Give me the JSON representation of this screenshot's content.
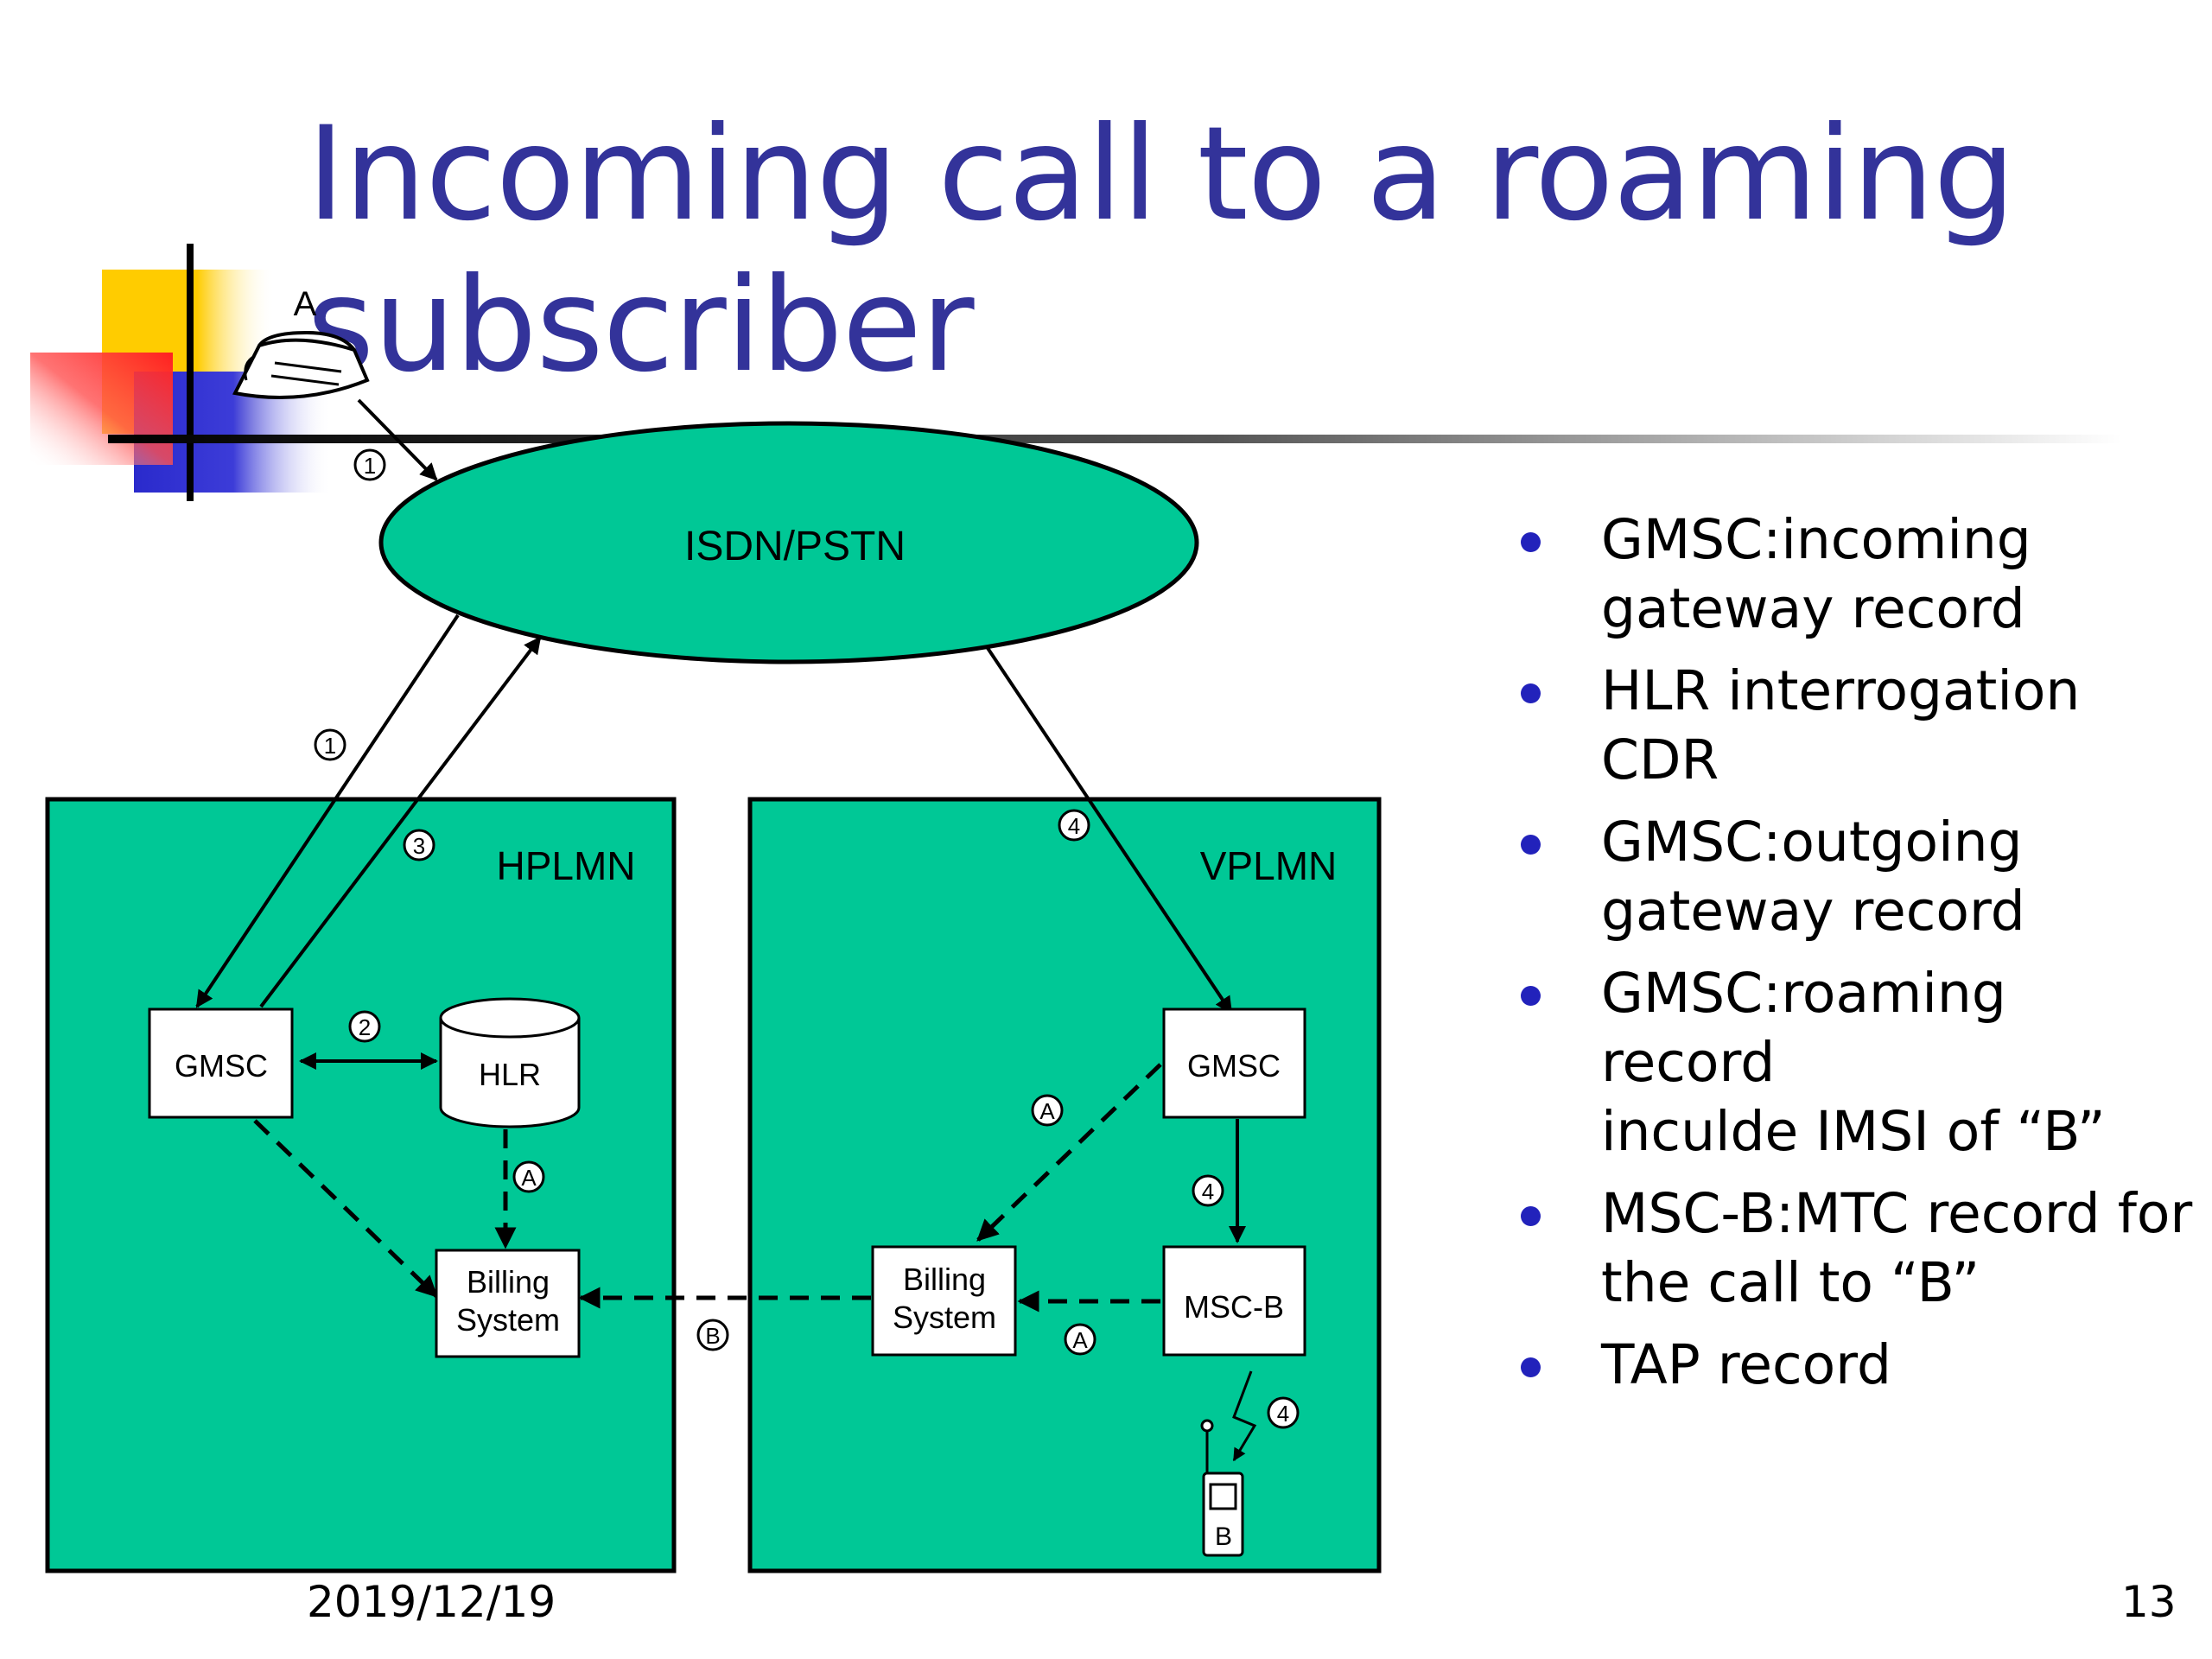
{
  "title": "Incoming call to a roaming subscriber",
  "diagram": {
    "network": "ISDN/PSTN",
    "hplmn": {
      "label": "HPLMN",
      "gmsc": "GMSC",
      "hlr": "HLR",
      "billing_line1": "Billing",
      "billing_line2": "System"
    },
    "vplmn": {
      "label": "VPLMN",
      "gmsc": "GMSC",
      "msc": "MSC-B",
      "billing_line1": "Billing",
      "billing_line2": "System"
    },
    "caller_label": "A",
    "mobile_label": "B",
    "markers": {
      "one": "1",
      "two": "2",
      "three": "3",
      "four": "4",
      "a": "A",
      "b": "B"
    }
  },
  "bullets": [
    {
      "line1": "GMSC:incoming",
      "line2": "gateway record"
    },
    {
      "line1": "HLR interrogation CDR",
      "line2": ""
    },
    {
      "line1": "GMSC:outgoing",
      "line2": "gateway record"
    },
    {
      "line1": "GMSC:roaming record",
      "line2": "inculde IMSI of “B”"
    },
    {
      "line1": "MSC-B:MTC record for",
      "line2": "the call to “B”"
    },
    {
      "line1": "TAP record",
      "line2": ""
    }
  ],
  "footer": {
    "date": "2019/12/19",
    "page": "13"
  },
  "colors": {
    "title": "#33339a",
    "network_fill": "#00c896",
    "bullet": "#2222bb"
  }
}
